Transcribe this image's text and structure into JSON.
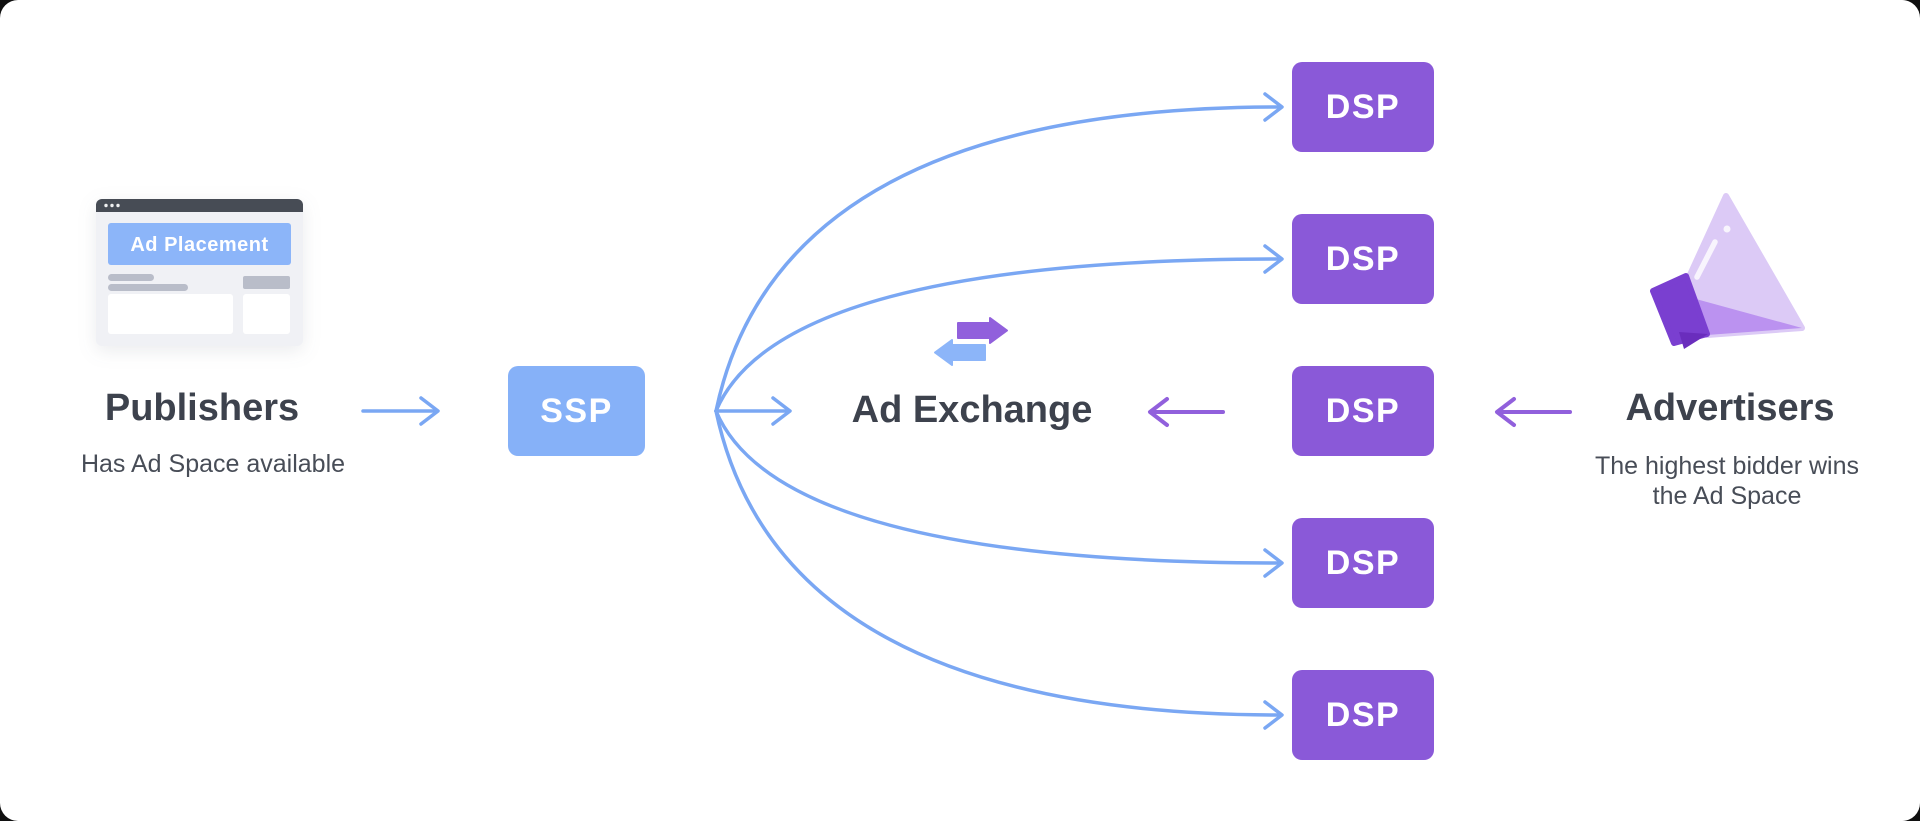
{
  "colors": {
    "background": "#ffffff",
    "outer-corner": "#101010",
    "blue-arrow": "#7aa7f3",
    "ssp-box": "#86b1f8",
    "dsp-box": "#8a59d8",
    "purple-arrow": "#9160dc",
    "heading-text": "#3d424d",
    "subtitle-text": "#484d57",
    "box-label-text": "#ffffff",
    "browser-bar": "#474c55",
    "browser-body": "#f0f1f5",
    "browser-placeholder": "#b9bdc9",
    "browser-banner": "#8cb5f9",
    "megaphone-light": "#dccaf6",
    "megaphone-mid": "#bb92f0",
    "megaphone-dark": "#7a3fd0",
    "megaphone-darker": "#6a2dbd"
  },
  "publishers": {
    "title": "Publishers",
    "subtitle": "Has Ad Space available",
    "browser_banner_label": "Ad Placement"
  },
  "ssp": {
    "label": "SSP"
  },
  "exchange": {
    "title": "Ad Exchange"
  },
  "dsp_boxes": [
    {
      "label": "DSP"
    },
    {
      "label": "DSP"
    },
    {
      "label": "DSP"
    },
    {
      "label": "DSP"
    },
    {
      "label": "DSP"
    }
  ],
  "advertisers": {
    "title": "Advertisers",
    "subtitle_line1": "The highest bidder wins",
    "subtitle_line2": "the Ad Space"
  }
}
